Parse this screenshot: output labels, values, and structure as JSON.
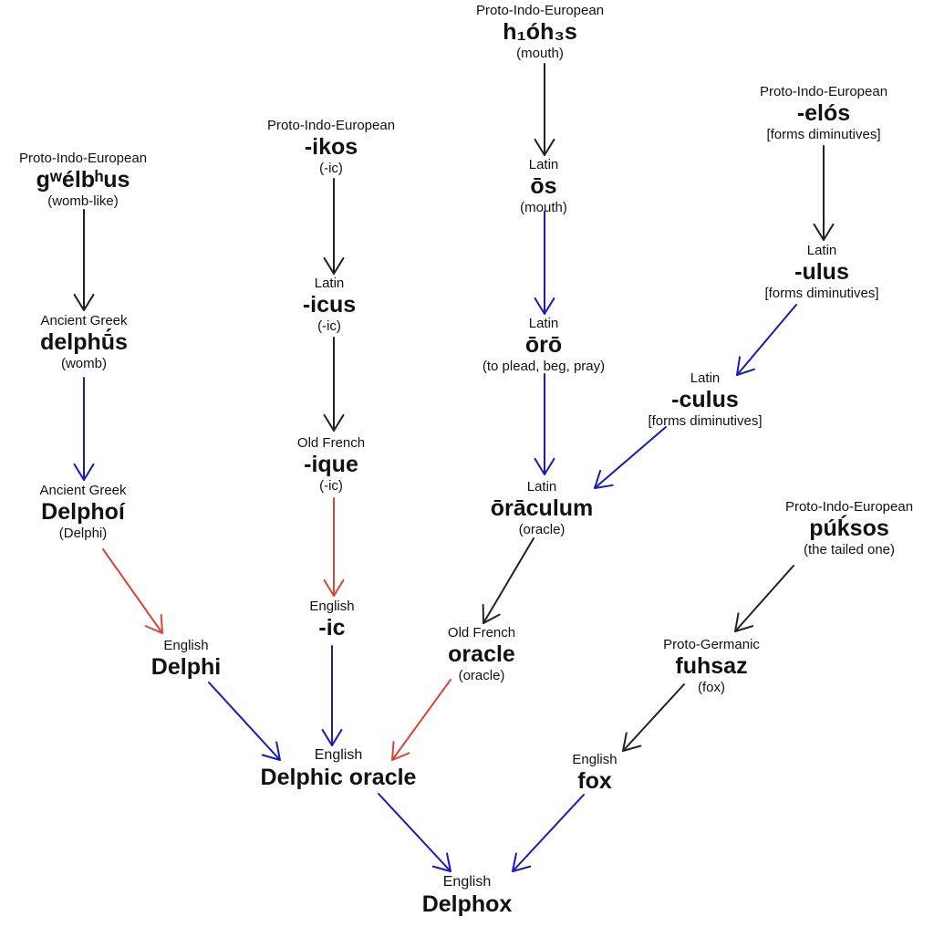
{
  "colors": {
    "black": "#222222",
    "blue": "#1a1ab8",
    "red": "#d9453a"
  },
  "nodes": {
    "gwelbhus": {
      "lang": "Proto-Indo-European",
      "word": "gʷélbʰus",
      "gloss": "(womb-like)"
    },
    "delphus": {
      "lang": "Ancient Greek",
      "word": "delphū́s",
      "gloss": "(womb)"
    },
    "delphoi": {
      "lang": "Ancient Greek",
      "word": "Delphoí",
      "gloss": "(Delphi)"
    },
    "delphi": {
      "lang": "English",
      "word": "Delphi",
      "gloss": ""
    },
    "ikos": {
      "lang": "Proto-Indo-European",
      "word": "-ikos",
      "gloss": "(-ic)"
    },
    "icus": {
      "lang": "Latin",
      "word": "-icus",
      "gloss": "(-ic)"
    },
    "ique": {
      "lang": "Old French",
      "word": "-ique",
      "gloss": "(-ic)"
    },
    "ic": {
      "lang": "English",
      "word": "-ic",
      "gloss": ""
    },
    "h1oh3s": {
      "lang": "Proto-Indo-European",
      "word": "h₁óh₃s",
      "gloss": "(mouth)"
    },
    "os": {
      "lang": "Latin",
      "word": "ōs",
      "gloss": "(mouth)"
    },
    "oro": {
      "lang": "Latin",
      "word": "ōrō",
      "gloss": "(to plead, beg, pray)"
    },
    "oraculum": {
      "lang": "Latin",
      "word": "ōrāculum",
      "gloss": "(oracle)"
    },
    "oracle_fr": {
      "lang": "Old French",
      "word": "oracle",
      "gloss": "(oracle)"
    },
    "elos": {
      "lang": "Proto-Indo-European",
      "word": "-elós",
      "gloss": "[forms diminutives]"
    },
    "ulus": {
      "lang": "Latin",
      "word": "-ulus",
      "gloss": "[forms diminutives]"
    },
    "culus": {
      "lang": "Latin",
      "word": "-culus",
      "gloss": "[forms diminutives]"
    },
    "puksos": {
      "lang": "Proto-Indo-European",
      "word": "púḱsos",
      "gloss": "(the tailed one)"
    },
    "fuhsaz": {
      "lang": "Proto-Germanic",
      "word": "fuhsaz",
      "gloss": "(fox)"
    },
    "fox": {
      "lang": "English",
      "word": "fox",
      "gloss": ""
    },
    "delphic_oracle": {
      "lang": "English",
      "word": "Delphic oracle",
      "gloss": ""
    },
    "delphox": {
      "lang": "English",
      "word": "Delphox",
      "gloss": ""
    }
  },
  "edges": [
    {
      "from": "gwelbhus",
      "to": "delphus",
      "color": "black"
    },
    {
      "from": "delphus",
      "to": "delphoi",
      "color": "blue"
    },
    {
      "from": "delphoi",
      "to": "delphi",
      "color": "red"
    },
    {
      "from": "delphi",
      "to": "delphic_oracle",
      "color": "blue"
    },
    {
      "from": "ikos",
      "to": "icus",
      "color": "black"
    },
    {
      "from": "icus",
      "to": "ique",
      "color": "black"
    },
    {
      "from": "ique",
      "to": "ic",
      "color": "red"
    },
    {
      "from": "ic",
      "to": "delphic_oracle",
      "color": "blue"
    },
    {
      "from": "h1oh3s",
      "to": "os",
      "color": "black"
    },
    {
      "from": "os",
      "to": "oro",
      "color": "blue"
    },
    {
      "from": "oro",
      "to": "oraculum",
      "color": "blue"
    },
    {
      "from": "elos",
      "to": "ulus",
      "color": "black"
    },
    {
      "from": "ulus",
      "to": "culus",
      "color": "blue"
    },
    {
      "from": "culus",
      "to": "oraculum",
      "color": "blue"
    },
    {
      "from": "oraculum",
      "to": "oracle_fr",
      "color": "black"
    },
    {
      "from": "oracle_fr",
      "to": "delphic_oracle",
      "color": "red"
    },
    {
      "from": "puksos",
      "to": "fuhsaz",
      "color": "black"
    },
    {
      "from": "fuhsaz",
      "to": "fox",
      "color": "black"
    },
    {
      "from": "delphic_oracle",
      "to": "delphox",
      "color": "blue"
    },
    {
      "from": "fox",
      "to": "delphox",
      "color": "blue"
    }
  ]
}
